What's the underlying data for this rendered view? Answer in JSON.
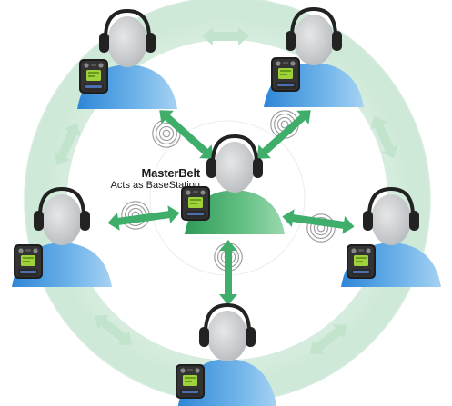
{
  "master": {
    "title": "MasterBelt",
    "subtitle": "Acts as BaseStation"
  },
  "colors": {
    "ring": "#d9efe2",
    "ring_arrow": "#c5e6d1",
    "link_arrow": "#3fae6a",
    "shirt_outer": "#4a9fe0",
    "shirt_master": "#4cb06d",
    "head": "#d2d4d6",
    "headset": "#222222",
    "beltpack_screen": "#9fd23a"
  },
  "nodes": [
    {
      "name": "user-top-left",
      "role": "belt-station"
    },
    {
      "name": "user-top-right",
      "role": "belt-station"
    },
    {
      "name": "user-left",
      "role": "belt-station"
    },
    {
      "name": "user-right",
      "role": "belt-station"
    },
    {
      "name": "user-bottom",
      "role": "belt-station"
    },
    {
      "name": "user-center",
      "role": "master-belt"
    }
  ]
}
